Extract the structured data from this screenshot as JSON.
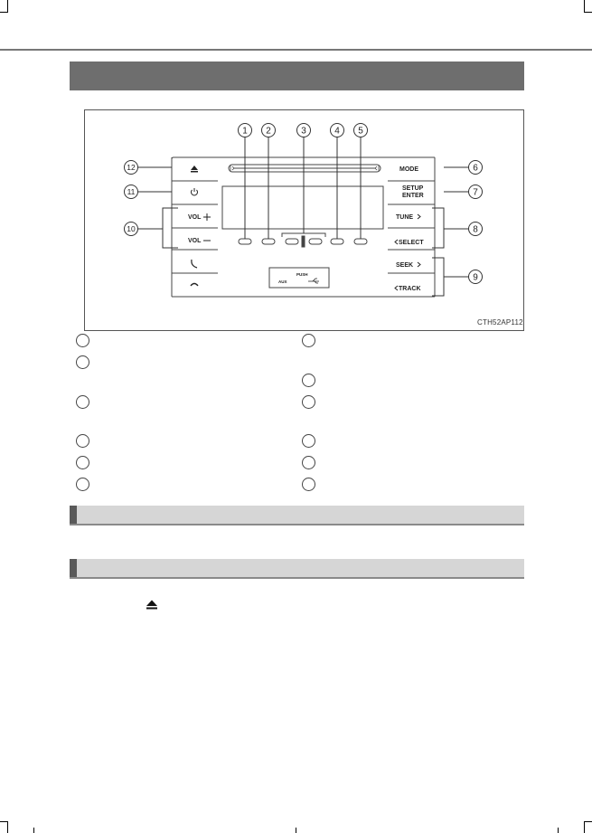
{
  "figure": {
    "code": "CTH52AP112",
    "callouts": [
      "1",
      "2",
      "3",
      "4",
      "5",
      "6",
      "7",
      "8",
      "9",
      "10",
      "11",
      "12"
    ],
    "buttons": {
      "mode": "MODE",
      "setup": "SETUP",
      "enter": "ENTER",
      "tune": "TUNE",
      "select": "SELECT",
      "seek": "SEEK",
      "track": "TRACK",
      "vol_up": "VOL",
      "vol_down": "VOL",
      "push": "PUSH",
      "aux": "AUX"
    }
  },
  "icons": {
    "eject": "eject-icon",
    "power": "power-icon",
    "phone_pickup": "phone-pickup-icon",
    "phone_hangup": "phone-hangup-icon",
    "usb": "usb-icon"
  },
  "colors": {
    "title_bar": "#6e6e6e",
    "section_bar": "#d6d6d6",
    "section_tab": "#5a5a5a"
  }
}
